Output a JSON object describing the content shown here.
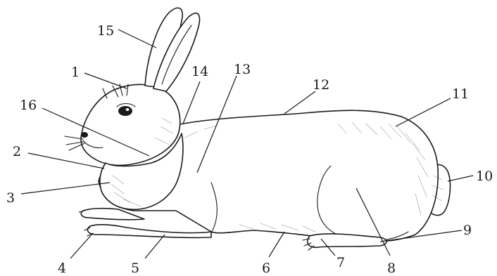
{
  "diagram": {
    "labels": [
      {
        "id": "1",
        "text": "1"
      },
      {
        "id": "2",
        "text": "2"
      },
      {
        "id": "3",
        "text": "3"
      },
      {
        "id": "4",
        "text": "4"
      },
      {
        "id": "5",
        "text": "5"
      },
      {
        "id": "6",
        "text": "6"
      },
      {
        "id": "7",
        "text": "7"
      },
      {
        "id": "8",
        "text": "8"
      },
      {
        "id": "9",
        "text": "9"
      },
      {
        "id": "10",
        "text": "10"
      },
      {
        "id": "11",
        "text": "11"
      },
      {
        "id": "12",
        "text": "12"
      },
      {
        "id": "13",
        "text": "13"
      },
      {
        "id": "14",
        "text": "14"
      },
      {
        "id": "15",
        "text": "15"
      },
      {
        "id": "16",
        "text": "16"
      }
    ]
  }
}
